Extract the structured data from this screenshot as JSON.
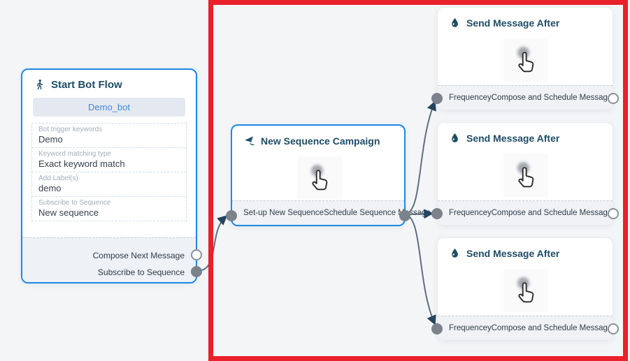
{
  "nodes": {
    "start": {
      "title": "Start Bot Flow",
      "bot_name": "Demo_bot",
      "fields": [
        {
          "label": "Bot trigger keywords",
          "value": "Demo"
        },
        {
          "label": "Keyword matching type",
          "value": "Exact keyword match"
        },
        {
          "label": "Add Label(s)",
          "value": "demo"
        },
        {
          "label": "Subscribe to Sequence",
          "value": "New sequence"
        }
      ],
      "outputs": [
        {
          "label": "Compose Next Message"
        },
        {
          "label": "Subscribe to Sequence"
        }
      ]
    },
    "sequence": {
      "title": "New Sequence Campaign",
      "input_label": "Set-up New Sequence",
      "output_label": "Schedule Sequence Message"
    },
    "messages": [
      {
        "title": "Send Message After",
        "input_label": "Frequencey",
        "output_label": "Compose and Schedule Message"
      },
      {
        "title": "Send Message After",
        "input_label": "Frequencey",
        "output_label": "Compose and Schedule Message"
      },
      {
        "title": "Send Message After",
        "input_label": "Frequencey",
        "output_label": "Compose and Schedule Message"
      }
    ]
  },
  "icons": {
    "start": "walking-person-icon",
    "sequence": "send-campaign-icon",
    "message": "water-drop-icon",
    "cursor": "hand-cursor-icon"
  },
  "colors": {
    "background": "#f4f5f7",
    "active_node_border": "#1e88e5",
    "node_title": "#1d4d66",
    "highlight_red": "#e8212a",
    "edge_stroke": "#5d6f80",
    "arrowhead": "#24445e",
    "handle_fill": "#7b828c",
    "bot_button_bg": "#e4e9f1",
    "bot_button_text": "#4089d8",
    "footer_bg": "#eef1f5"
  }
}
